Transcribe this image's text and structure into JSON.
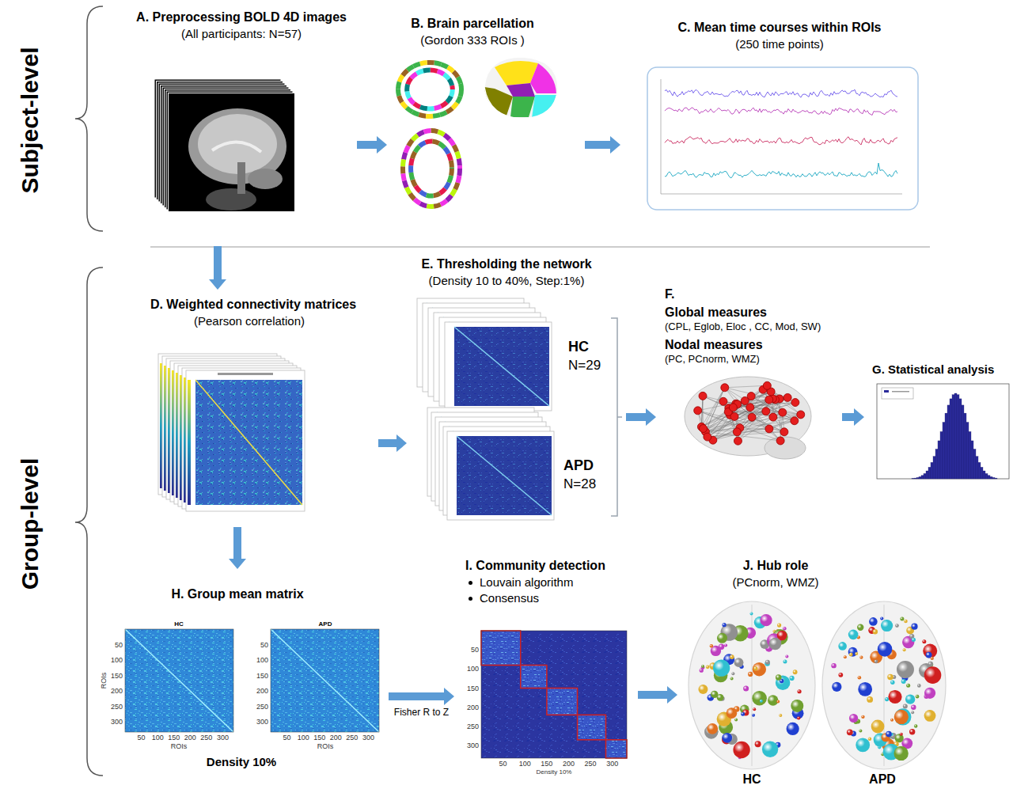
{
  "diagram": {
    "nodes": [
      {
        "text": [
          "A. Preprocessing BOLD 4D images",
          "(All participants: N=57)"
        ]
      },
      {
        "text": [
          "B. Brain parcellation",
          "(Gordon 333 ROIs )"
        ]
      },
      {
        "text": [
          "C. Mean time courses within ROIs",
          "(250 time points)"
        ]
      },
      {
        "text": [
          "D. Weighted connectivity matrices",
          "(Pearson correlation)"
        ]
      },
      {
        "text": [
          "E. Thresholding the network",
          "(Density 10 to 40%, Step:1%)"
        ]
      },
      {
        "text": [
          "F.",
          "Global measures",
          "(CPL, Eglob, Eloc , CC, Mod, SW)",
          "Nodal measures",
          "(PC, PCnorm, WMZ)"
        ]
      },
      {
        "text": [
          "G. Statistical analysis"
        ]
      },
      {
        "text": [
          "H. Group mean matrix"
        ]
      },
      {
        "text": [
          "I. Community detection",
          "Louvain algorithm",
          "Consensus"
        ]
      },
      {
        "text": [
          "J. Hub role",
          "(PCnorm, WMZ)"
        ]
      }
    ],
    "edges": [
      {
        "from": 0,
        "to": 1,
        "arrow": "to"
      },
      {
        "from": 1,
        "to": 2,
        "arrow": "to"
      },
      {
        "from": 0,
        "to": 3,
        "arrow": "to"
      },
      {
        "from": 3,
        "to": 4,
        "arrow": "to"
      },
      {
        "from": 4,
        "to": 5,
        "arrow": "to"
      },
      {
        "from": 5,
        "to": 6,
        "arrow": "to"
      },
      {
        "from": 3,
        "to": 7,
        "arrow": "to"
      },
      {
        "from": 7,
        "to": 8,
        "label": "Fisher R to Z",
        "arrow": "to"
      },
      {
        "from": 8,
        "to": 9,
        "arrow": "to"
      }
    ],
    "labels": [
      "Subject-level",
      "Group-level",
      "HC",
      "N=29",
      "APD",
      "N=28",
      "HC",
      "APD",
      "Density 10%",
      "HC",
      "APD",
      "50",
      "100",
      "150",
      "200",
      "250",
      "300",
      "50",
      "100",
      "150",
      "200",
      "250",
      "300",
      "ROIs",
      "ROIs",
      "50",
      "100",
      "150",
      "200",
      "250",
      "300",
      "50",
      "100",
      "150",
      "200",
      "250",
      "300",
      "ROIs",
      "50",
      "100",
      "150",
      "200",
      "250",
      "300",
      "50",
      "100",
      "150",
      "200",
      "250",
      "300",
      "Density 10%"
    ]
  }
}
